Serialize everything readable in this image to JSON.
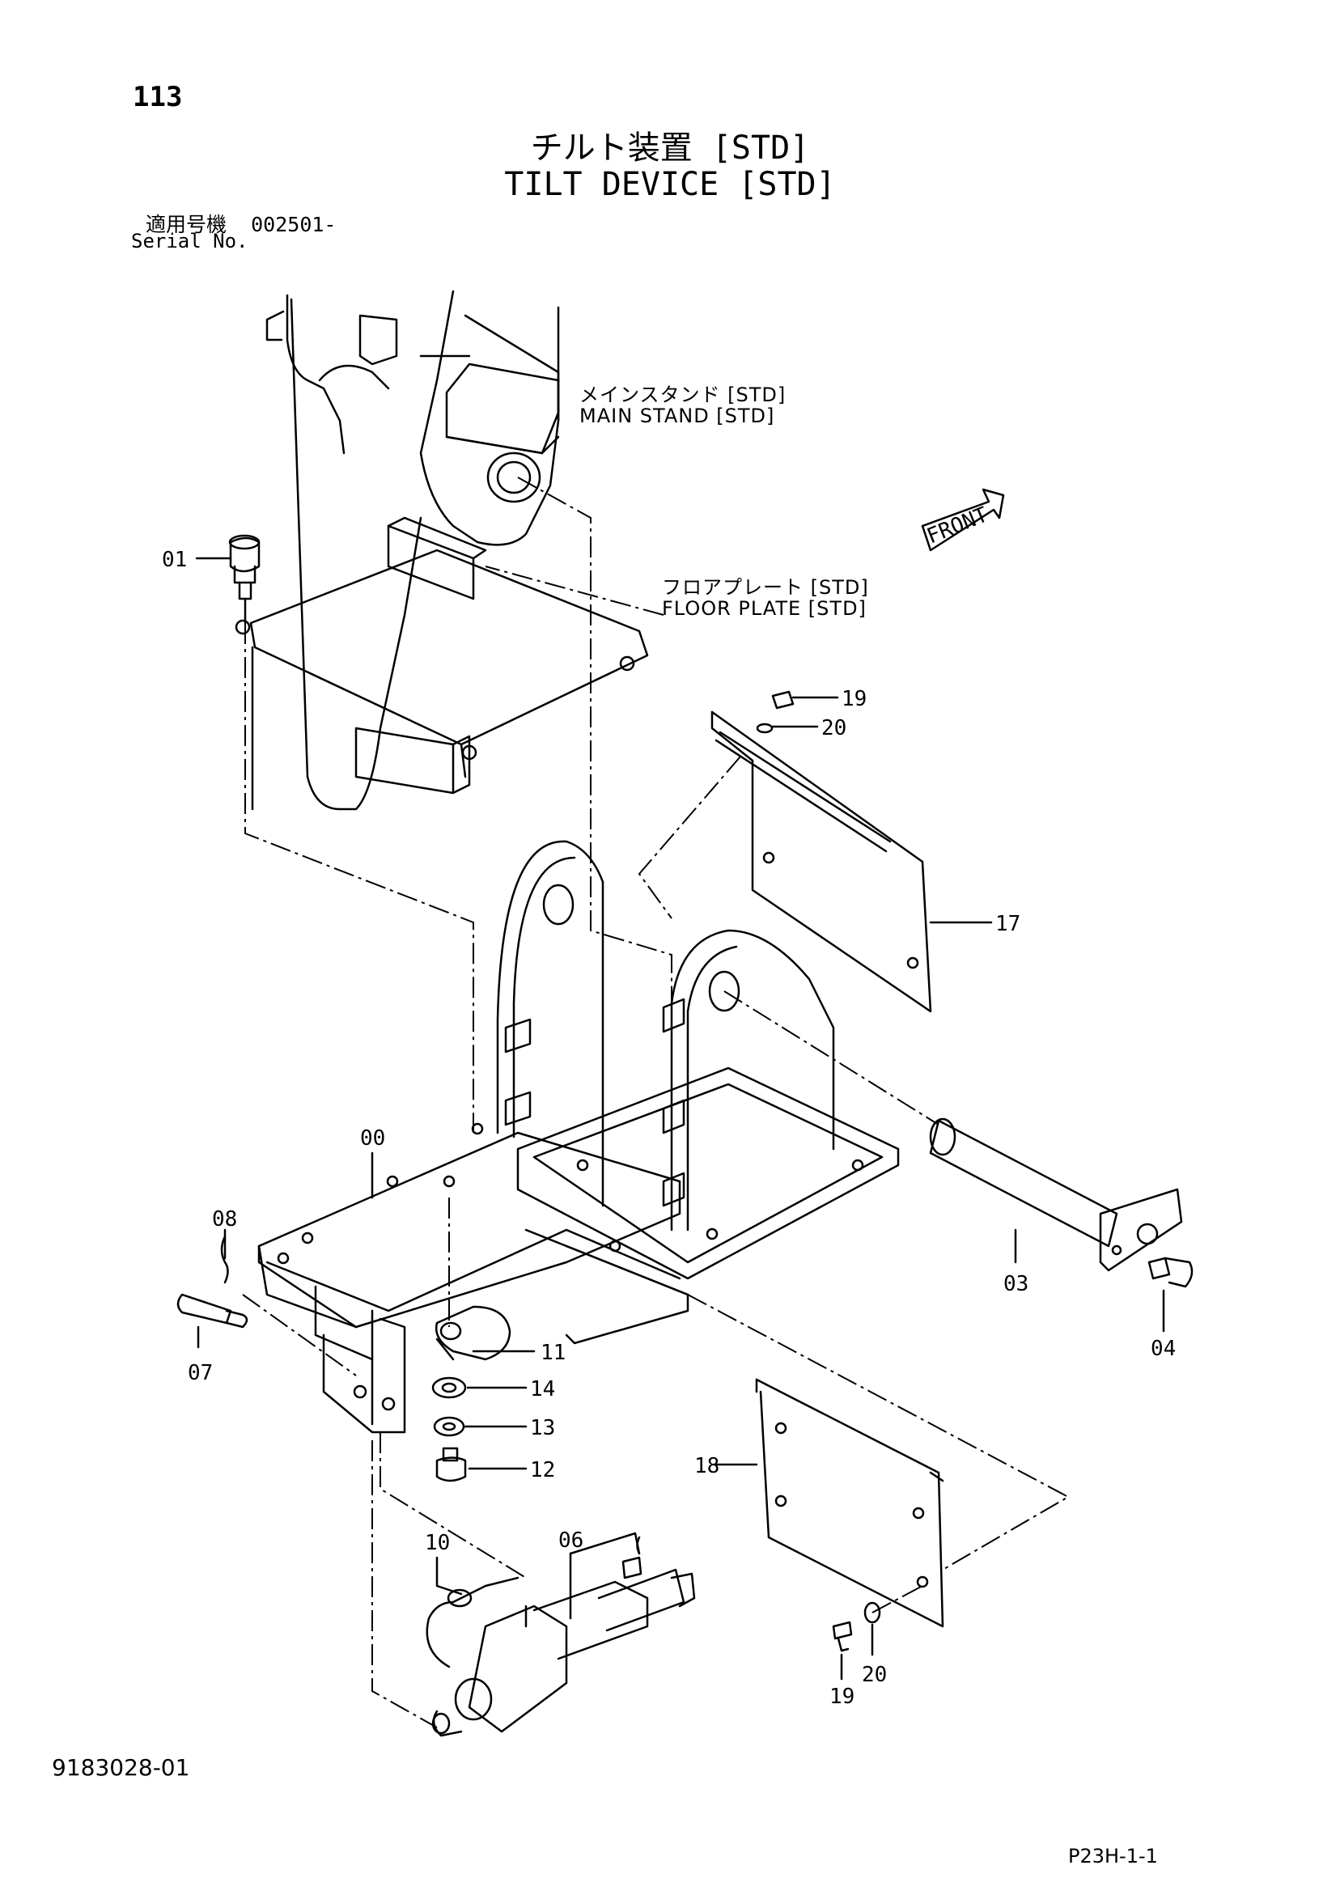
{
  "header": {
    "page_number": "113",
    "title_jp": "チルト装置 [STD]",
    "title_en": "TILT DEVICE [STD]",
    "serial_label_jp": "適用号機",
    "serial_value": "002501-",
    "serial_label_en": "Serial No."
  },
  "references": {
    "main_stand_jp": "メインスタンド [STD]",
    "main_stand_en": "MAIN STAND [STD]",
    "floor_plate_jp": "フロアプレート [STD]",
    "floor_plate_en": "FLOOR PLATE [STD]",
    "front_label": "FRONT"
  },
  "callouts": {
    "c01": "01",
    "c19a": "19",
    "c20a": "20",
    "c17": "17",
    "c00": "00",
    "c08": "08",
    "c07": "07",
    "c11": "11",
    "c14": "14",
    "c13": "13",
    "c12": "12",
    "c03": "03",
    "c04": "04",
    "c18": "18",
    "c10": "10",
    "c06": "06",
    "c19b": "19",
    "c20b": "20"
  },
  "footer": {
    "document_number": "9183028-01",
    "page_code": "P23H-1-1"
  }
}
